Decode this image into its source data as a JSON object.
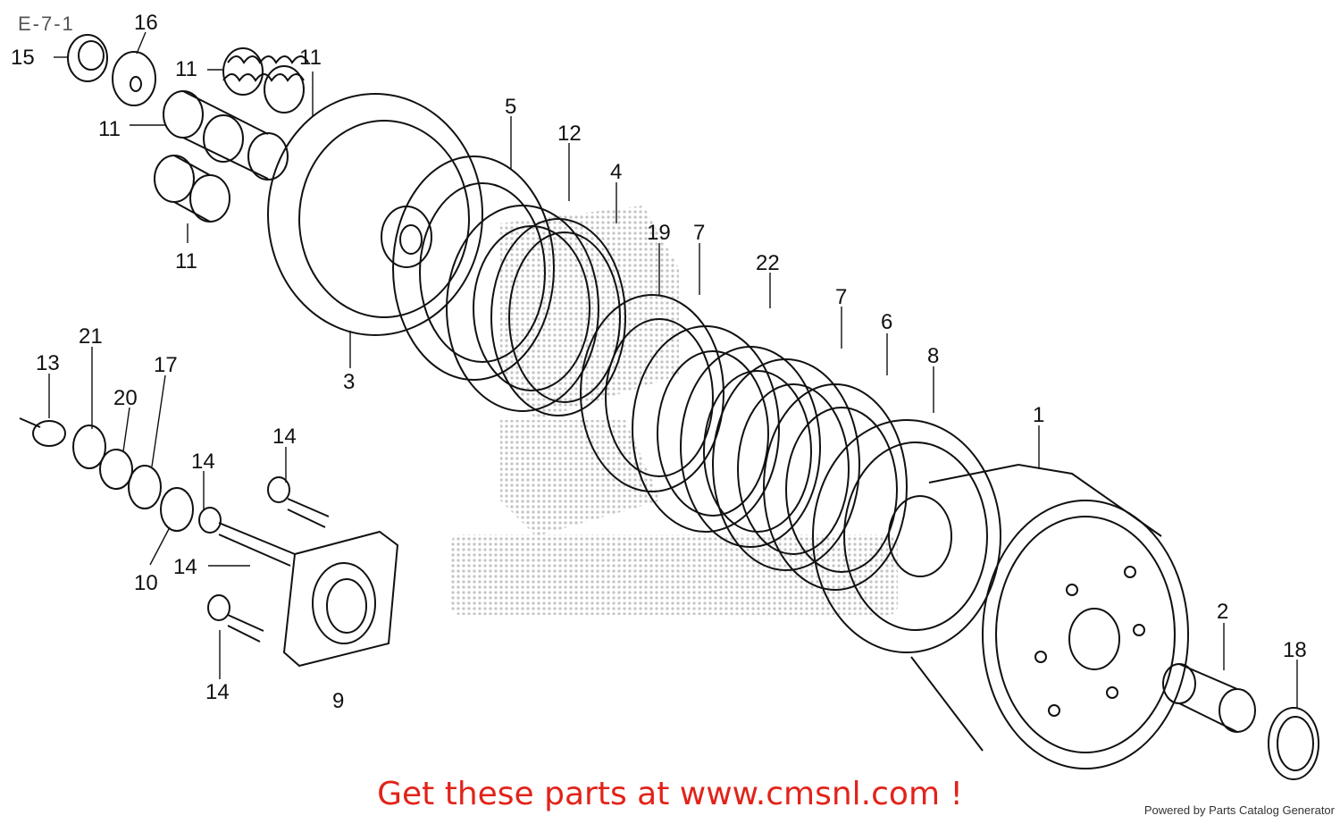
{
  "header": {
    "page_code": "E-7-1"
  },
  "footer": {
    "promo_text": "Get these parts at www.cmsnl.com !",
    "credit_text": "Powered by Parts Catalog Generator"
  },
  "watermark": {
    "color": "#c8c8c8",
    "icon": "watermark-motorcycle-icon"
  },
  "colors": {
    "line": "#111111",
    "promo": "#e2231a",
    "background": "#ffffff"
  },
  "callouts": {
    "c15": "15",
    "c16": "16",
    "c11a": "11",
    "c11b": "11",
    "c11c": "11",
    "c11d": "11",
    "c5": "5",
    "c12": "12",
    "c4": "4",
    "c19": "19",
    "c7a": "7",
    "c22": "22",
    "c7b": "7",
    "c6": "6",
    "c8": "8",
    "c1": "1",
    "c3": "3",
    "c13": "13",
    "c21": "21",
    "c20": "20",
    "c17": "17",
    "c14a": "14",
    "c14b": "14",
    "c14c": "14",
    "c14d": "14",
    "c10": "10",
    "c9": "9",
    "c2": "2",
    "c18": "18"
  }
}
